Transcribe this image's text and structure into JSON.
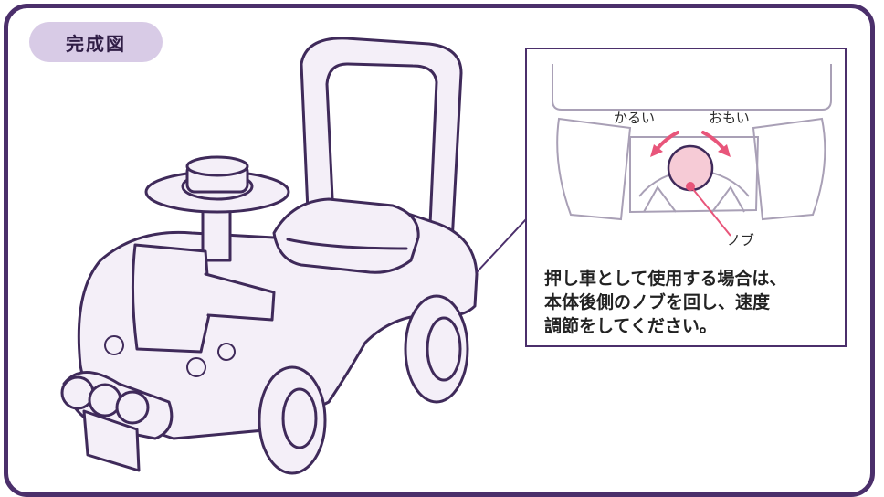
{
  "badge": {
    "label": "完成図"
  },
  "callout": {
    "left_label": "かるい",
    "right_label": "おもい",
    "knob_label": "ノブ",
    "note_lines": [
      "押し車として使用する場合は、",
      "本体後側のノブを回し、速度",
      "調節をしてください。"
    ]
  },
  "colors": {
    "frame": "#4b2f6b",
    "badge_bg": "#d8cbe6",
    "arrow": "#e8557a",
    "knob_fill": "#f6cbd6",
    "car_fill": "#f4eff8"
  }
}
